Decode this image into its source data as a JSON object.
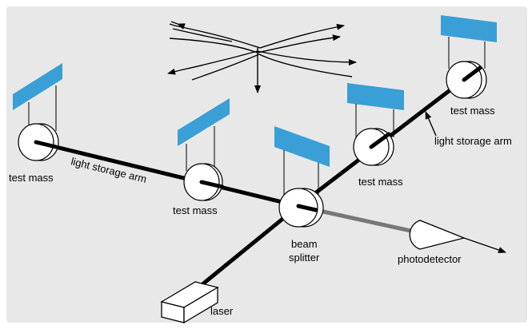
{
  "labels": {
    "test_mass_left": "test mass",
    "test_mass_middle": "test mass",
    "test_mass_right_inner": "test mass",
    "test_mass_right_outer": "test mass",
    "light_storage_arm_left": "light storage arm",
    "light_storage_arm_right": "light storage arm",
    "beam_line1": "beam",
    "beam_line2": "splitter",
    "photodetector": "photodetector",
    "laser": "laser"
  },
  "colors": {
    "background": "#e8e8e8",
    "page": "#ffffff",
    "mirror": "#3a9fd6",
    "arm": "#000000",
    "output_beam": "#777777",
    "mass_fill": "#ffffff"
  },
  "icons": {
    "gravitational_wave": "four-way-wave-arrows",
    "test_mass": "suspended-cylinder",
    "mirror": "blue-panel",
    "laser": "box",
    "photodetector": "cone"
  }
}
